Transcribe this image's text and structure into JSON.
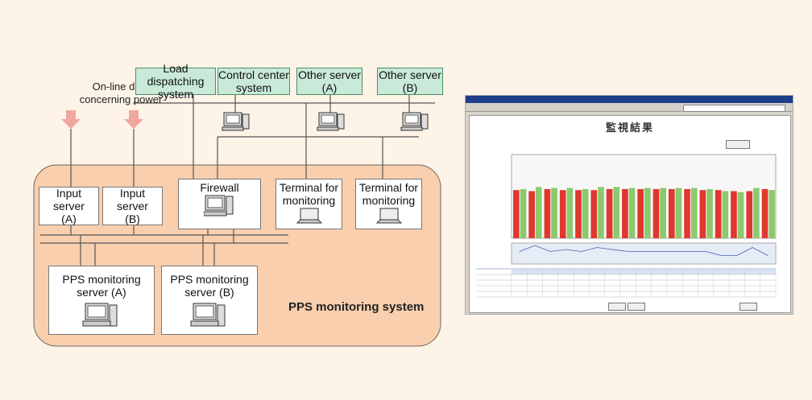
{
  "online_label": "On-line data\nconcerning power",
  "system_label": "PPS monitoring system",
  "green_boxes": [
    "Load dispatching\nsystem",
    "Control center\nsystem",
    "Other server\n(A)",
    "Other server\n(B)"
  ],
  "input_servers": [
    "Input server\n(A)",
    "Input server\n(B)"
  ],
  "firewall": "Firewall",
  "terminals": [
    "Terminal for\nmonitoring",
    "Terminal for\nmonitoring"
  ],
  "pps_servers": [
    "PPS monitoring\nserver (A)",
    "PPS monitoring\nserver (B)"
  ],
  "colors": {
    "system_fill": "#f9cfae",
    "green": "#c9ead9",
    "arrow": "#f2a6a0",
    "bar_red": "#e0372f",
    "bar_green": "#8cc96c"
  },
  "screenshot": {
    "title": "監視結果",
    "chart_data": {
      "type": "bar",
      "series": [
        {
          "values": [
            4.6,
            4.5,
            4.7,
            4.6,
            4.6,
            4.6,
            4.7,
            4.7,
            4.7,
            4.7,
            4.7,
            4.7,
            4.6,
            4.6,
            4.5,
            4.5,
            4.7
          ]
        },
        {
          "values": [
            4.7,
            4.9,
            4.8,
            4.8,
            4.7,
            4.9,
            4.9,
            4.8,
            4.8,
            4.8,
            4.8,
            4.8,
            4.7,
            4.5,
            4.4,
            4.8,
            4.6
          ]
        }
      ]
    }
  }
}
